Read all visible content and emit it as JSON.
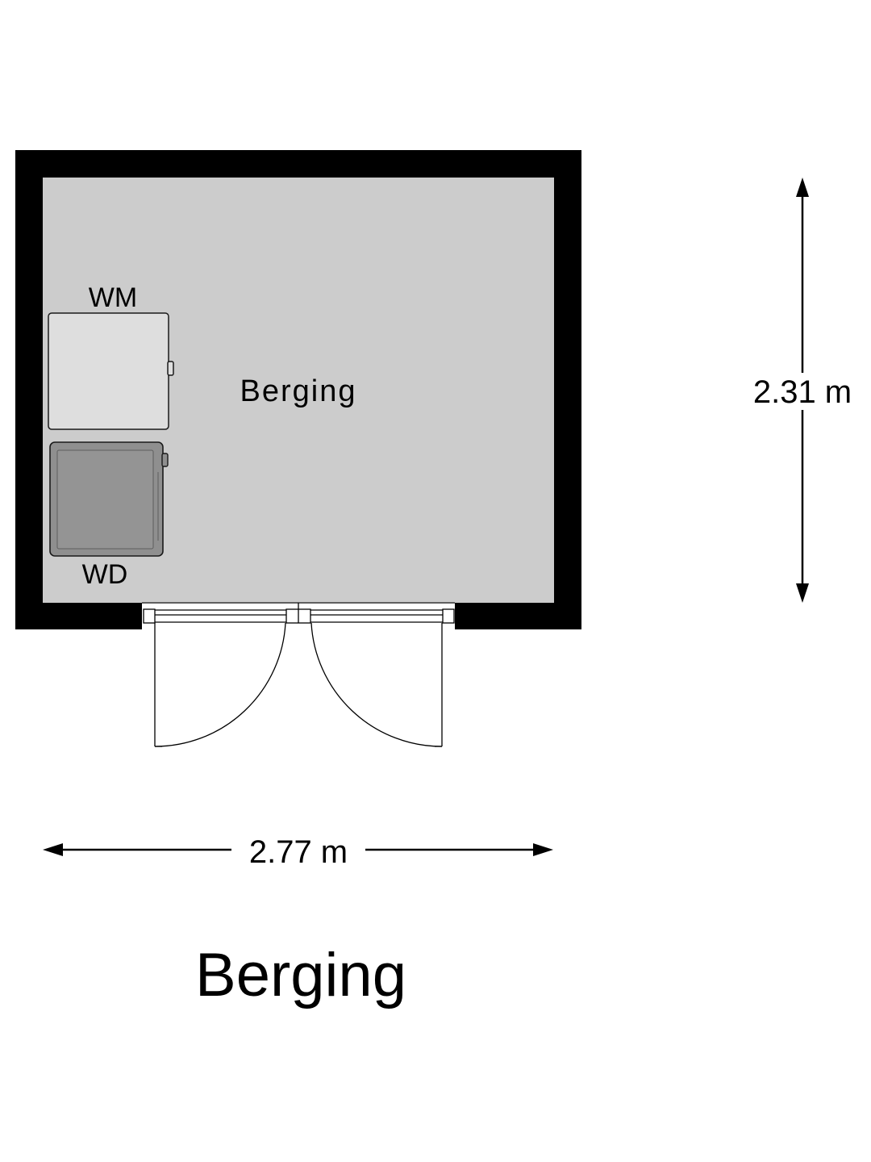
{
  "floorplan": {
    "room_label": "Berging",
    "plan_title": "Berging",
    "width_label": "2.77 m",
    "height_label": "2.31 m",
    "appliances": {
      "washing_machine": "WM",
      "dryer": "WD"
    }
  },
  "colors": {
    "wall": "#000000",
    "floor": "#cccccc",
    "washing_machine": "#dedede",
    "dryer": "#8f8f8f",
    "background": "#ffffff"
  }
}
